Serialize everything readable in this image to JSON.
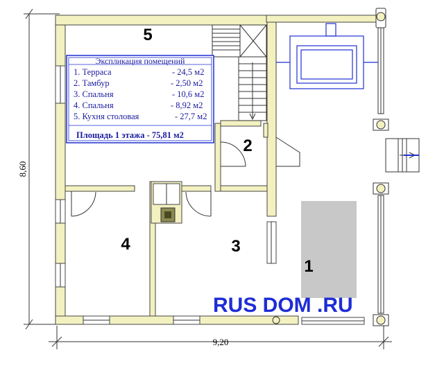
{
  "dimensions": {
    "height_label": "8,60",
    "width_label": "9,20"
  },
  "rooms": [
    {
      "number": "1"
    },
    {
      "number": "2"
    },
    {
      "number": "3"
    },
    {
      "number": "4"
    },
    {
      "number": "5"
    }
  ],
  "explication": {
    "title": "Экспликация помещений",
    "items": [
      {
        "name": "1. Терраса",
        "area": "- 24,5 м2"
      },
      {
        "name": "2. Тамбур",
        "area": "- 2,50 м2"
      },
      {
        "name": "3. Спальня",
        "area": "- 10,6 м2"
      },
      {
        "name": "4. Спальня",
        "area": "- 8,92 м2"
      },
      {
        "name": "5. Кухня столовая",
        "area": "- 27,7 м2"
      }
    ],
    "total": "Площадь 1 этажа - 75,81 м2"
  },
  "watermark": "RUS DOM .RU",
  "colors": {
    "wall_fill": "#f3f1c0",
    "furniture_blue": "#1f2fd0",
    "text_blue": "#1a1aa0",
    "terrace_table": "#c8c8c8"
  }
}
